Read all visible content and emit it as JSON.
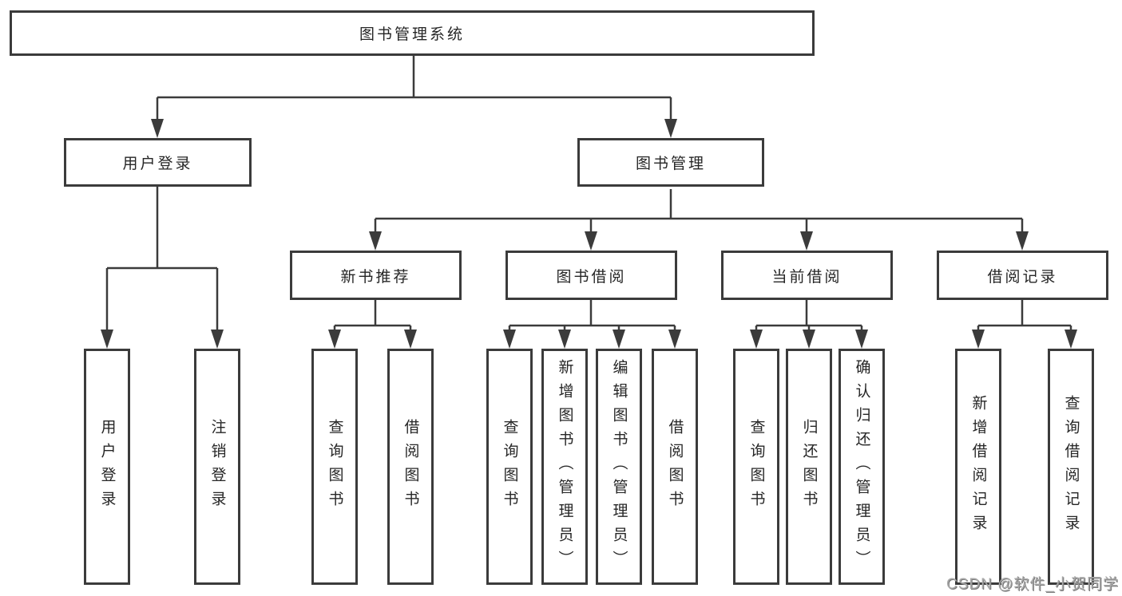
{
  "diagram_title": "图书管理系统",
  "colors": {
    "line": "#3b3b3b",
    "box_border": "#3b3b3b",
    "text": "#262626",
    "background": "#ffffff",
    "watermark_text": "#a8a8a8"
  },
  "watermark": {
    "text": "CSDN @软件_小贺同学"
  },
  "tree": {
    "label": "图书管理系统",
    "children": [
      {
        "label": "用户登录",
        "children": [
          {
            "label": "用户登录"
          },
          {
            "label": "注销登录"
          }
        ]
      },
      {
        "label": "图书管理",
        "children": [
          {
            "label": "新书推荐",
            "children": [
              {
                "label": "查询图书"
              },
              {
                "label": "借阅图书"
              }
            ]
          },
          {
            "label": "图书借阅",
            "children": [
              {
                "label": "查询图书"
              },
              {
                "label": "新增图书（管理员）"
              },
              {
                "label": "编辑图书（管理员）"
              },
              {
                "label": "借阅图书"
              }
            ]
          },
          {
            "label": "当前借阅",
            "children": [
              {
                "label": "查询图书"
              },
              {
                "label": "归还图书"
              },
              {
                "label": "确认归还（管理员）"
              }
            ]
          },
          {
            "label": "借阅记录",
            "children": [
              {
                "label": "新增借阅记录"
              },
              {
                "label": "查询借阅记录"
              }
            ]
          }
        ]
      }
    ]
  }
}
